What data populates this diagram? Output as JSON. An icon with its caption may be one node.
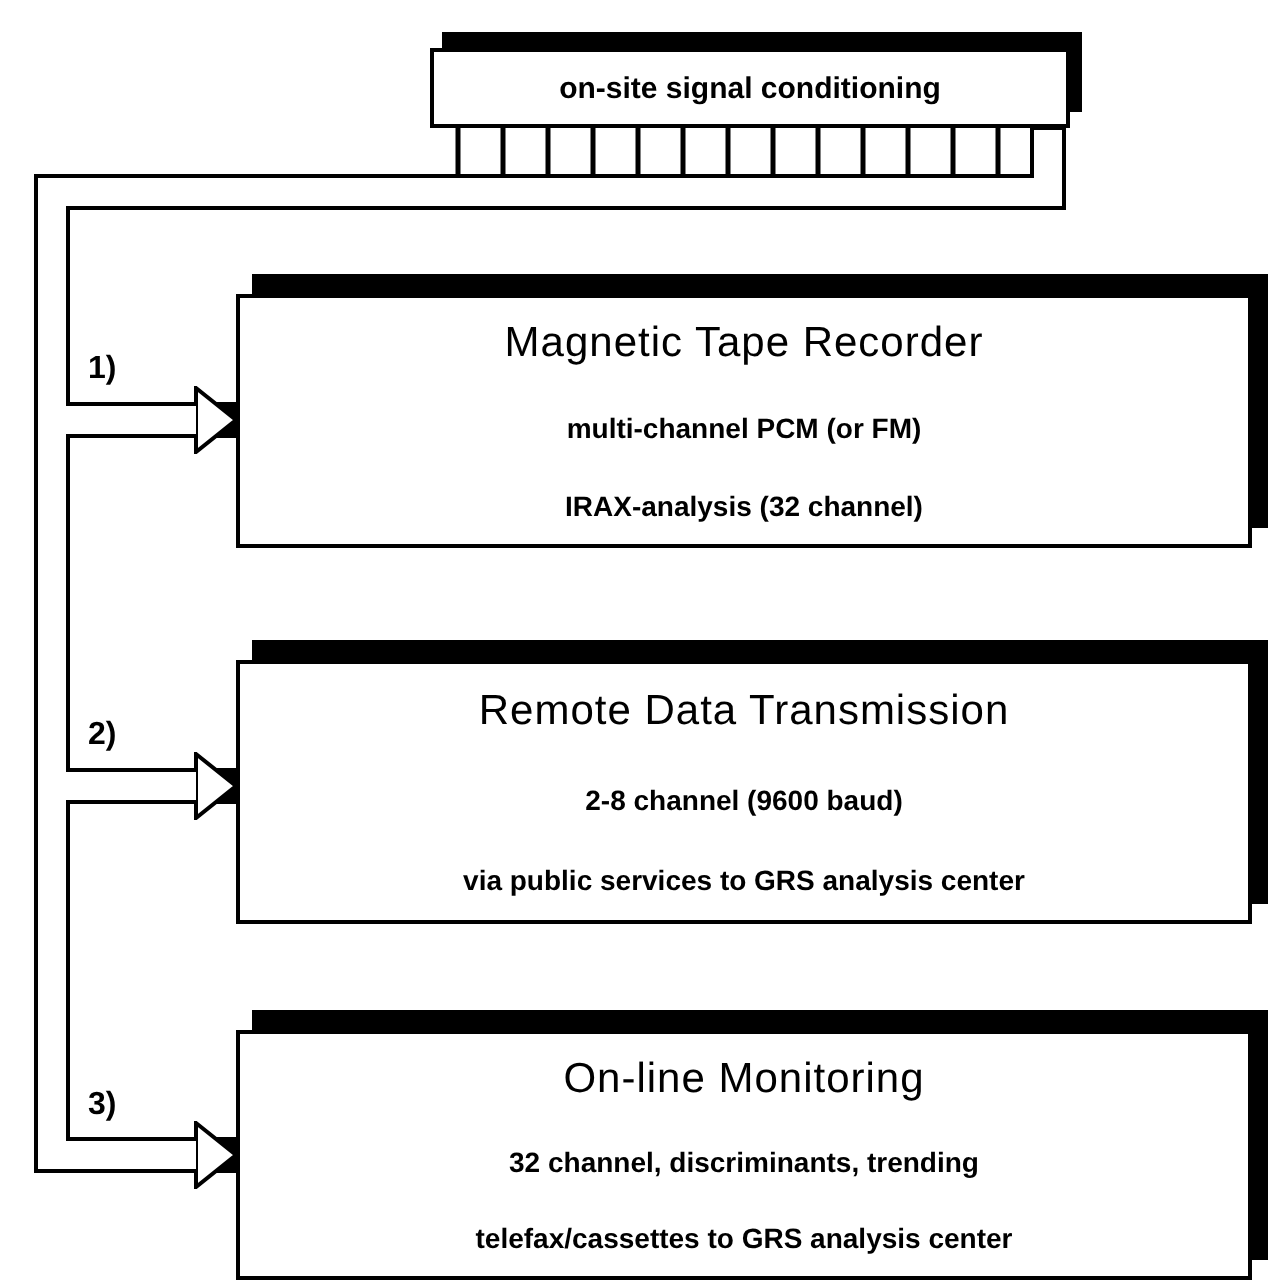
{
  "diagram": {
    "nodes": [
      {
        "text": [
          "on-site signal conditioning"
        ]
      },
      {
        "text": [
          "Magnetic Tape Recorder",
          "multi-channel PCM (or FM)",
          "IRAX-analysis (32 channel)"
        ]
      },
      {
        "text": [
          "Remote Data Transmission",
          "2-8 channel (9600 baud)",
          "via public services to GRS analysis center"
        ]
      },
      {
        "text": [
          "On-line Monitoring",
          "32 channel, discriminants, trending",
          "telefax/cassettes to GRS analysis center"
        ]
      }
    ],
    "edges": [
      {
        "from": 0,
        "to": 1,
        "arrow": "to",
        "label": "1)"
      },
      {
        "from": 0,
        "to": 2,
        "arrow": "to",
        "label": "2)"
      },
      {
        "from": 0,
        "to": 3,
        "arrow": "to",
        "label": "3)"
      }
    ]
  }
}
